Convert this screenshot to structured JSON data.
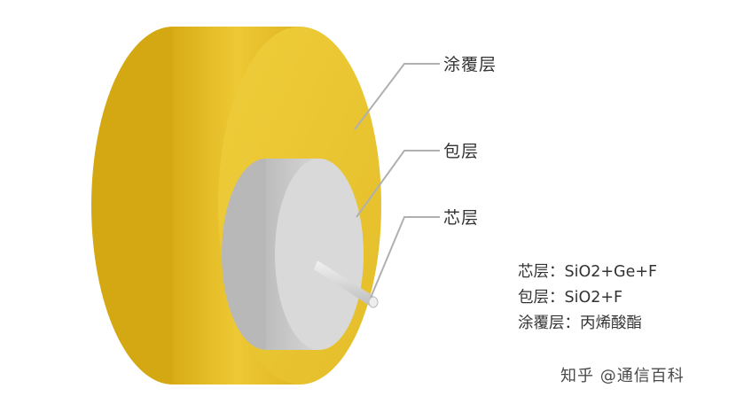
{
  "labels": {
    "coating": "涂覆层",
    "cladding": "包层",
    "core": "芯层"
  },
  "legend": [
    {
      "name": "芯层",
      "separator": "：",
      "material": "SiO2+Ge+F"
    },
    {
      "name": "包层",
      "separator": "：",
      "material": "SiO2+F"
    },
    {
      "name": "涂覆层",
      "separator": "：",
      "material": "丙烯酸酯"
    }
  ],
  "watermark": "知乎 @通信百科",
  "colors": {
    "coating": "#E8C12A",
    "cladding": "#CFCFCF",
    "core": "#E2E2E2",
    "leader_line": "#B0B0B0",
    "text": "#333333"
  }
}
